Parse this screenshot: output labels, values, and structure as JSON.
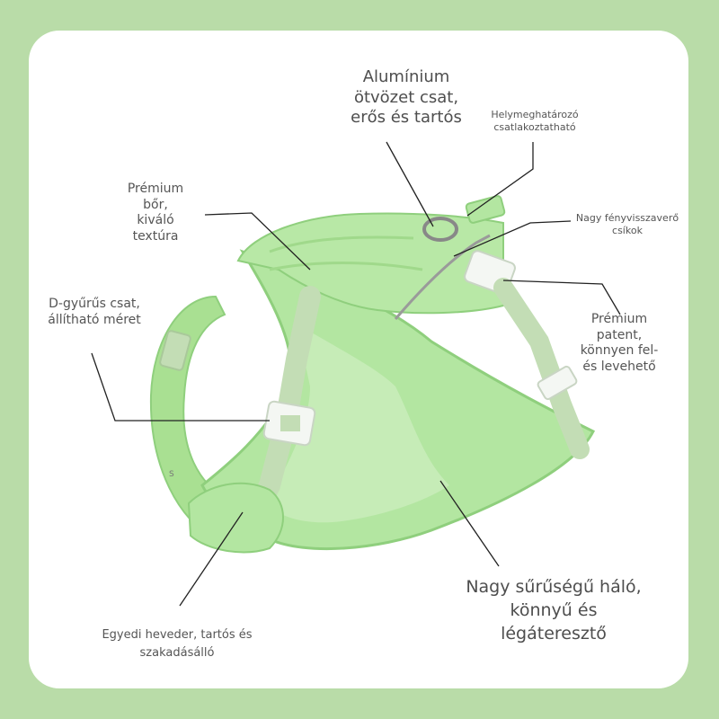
{
  "callouts": {
    "aluminum_buckle": "Alumínium\nötvözet csat,\nerős és tartós",
    "locator": "Helymeghatározó\ncsatlakoztatható",
    "leather": "Prémium\nbőr,\nkiváló\ntextúra",
    "reflective": "Nagy fényvisszaverő\ncsíkok",
    "d_ring": "D-gyűrűs csat,\nállítható méret",
    "snap": "Prémium\npatent,\nkönnyen fel-\nés levehető",
    "mesh": "Nagy sűrűségű háló,\nkönnyű és\nlégáteresztő",
    "strap": "Egyedi heveder, tartós és\nszakadásálló"
  },
  "product_image": {
    "subject": "green-dog-harness",
    "size_tag": "S"
  },
  "colors": {
    "background": "#b9dca8",
    "card": "#ffffff",
    "harness": "#b3e6a1",
    "harness_dark": "#8fcf7d",
    "strap": "#c3ddb5",
    "buckle": "#f4f7f3",
    "reflective": "#9a9a9a",
    "leader_line": "#222222",
    "text": "#555555"
  }
}
